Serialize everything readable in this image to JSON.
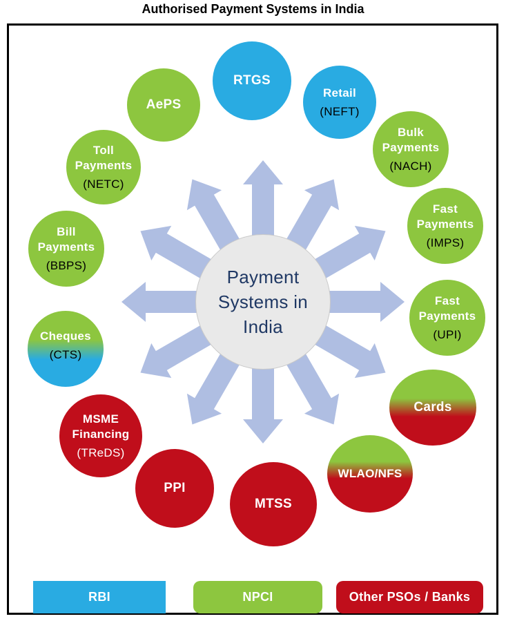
{
  "title": "Authorised Payment Systems in India",
  "center": {
    "label": "Payment\nSystems in\nIndia"
  },
  "circles": {
    "rtgs": {
      "title": "RTGS"
    },
    "retail": {
      "title": "Retail",
      "subtitle": "(NEFT)"
    },
    "aeps": {
      "title": "AePS"
    },
    "bulk": {
      "title": "Bulk\nPayments",
      "subtitle": "(NACH)"
    },
    "toll": {
      "title": "Toll\nPayments",
      "subtitle": "(NETC)"
    },
    "imps": {
      "title": "Fast\nPayments",
      "subtitle": "(IMPS)"
    },
    "bbps": {
      "title": "Bill\nPayments",
      "subtitle": "(BBPS)"
    },
    "upi": {
      "title": "Fast\nPayments",
      "subtitle": "(UPI)"
    },
    "cts": {
      "title": "Cheques",
      "subtitle": "(CTS)"
    },
    "cards": {
      "title": "Cards"
    },
    "treds": {
      "title": "MSME\nFinancing",
      "subtitle": "(TReDS)"
    },
    "wlao": {
      "title": "WLAO/NFS"
    },
    "ppi": {
      "title": "PPI"
    },
    "mtss": {
      "title": "MTSS"
    }
  },
  "legend": {
    "rbi": {
      "label": "RBI",
      "color": "#29ABE2"
    },
    "npci": {
      "label": "NPCI",
      "color": "#8DC63F"
    },
    "other": {
      "label": "Other PSOs / Banks",
      "color": "#C00E1B"
    }
  },
  "colors": {
    "rbi_blue": "#29ABE2",
    "npci_green": "#8DC63F",
    "other_red": "#C00E1B",
    "arrow_fill": "#AFBEE2",
    "center_fill": "#E9E9E9",
    "center_text": "#1F3864",
    "frame_border": "#000000"
  }
}
